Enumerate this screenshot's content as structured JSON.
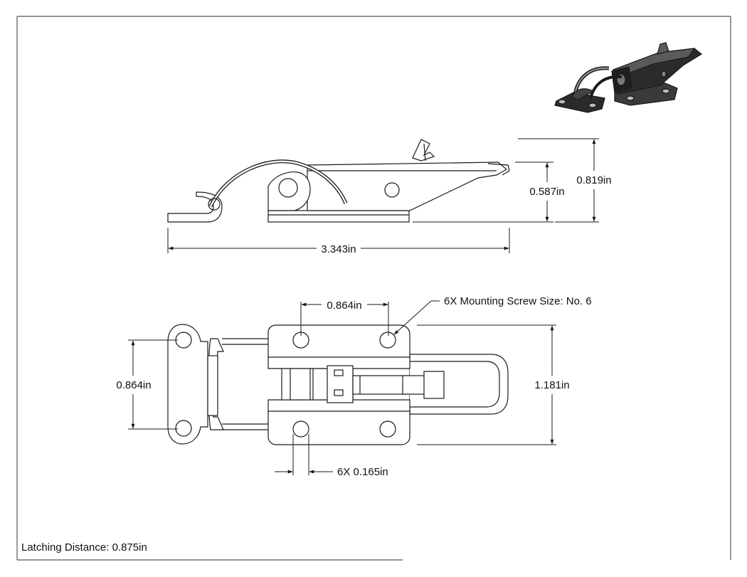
{
  "drawing": {
    "side_view": {
      "overall_length": "3.343in",
      "height_total": "0.819in",
      "height_base": "0.587in"
    },
    "top_view": {
      "hole_spacing_horizontal": "0.864in",
      "hole_spacing_vertical": "0.864in",
      "overall_width": "1.181in",
      "hole_diameter": "6X 0.165in",
      "screw_note": "6X Mounting Screw Size: No. 6"
    },
    "latching_distance": "Latching Distance: 0.875in"
  },
  "colors": {
    "line": "#1a1a1a",
    "border": "#555555",
    "iso_dark": "#2b2b2b",
    "iso_mid": "#5a5a5a"
  }
}
